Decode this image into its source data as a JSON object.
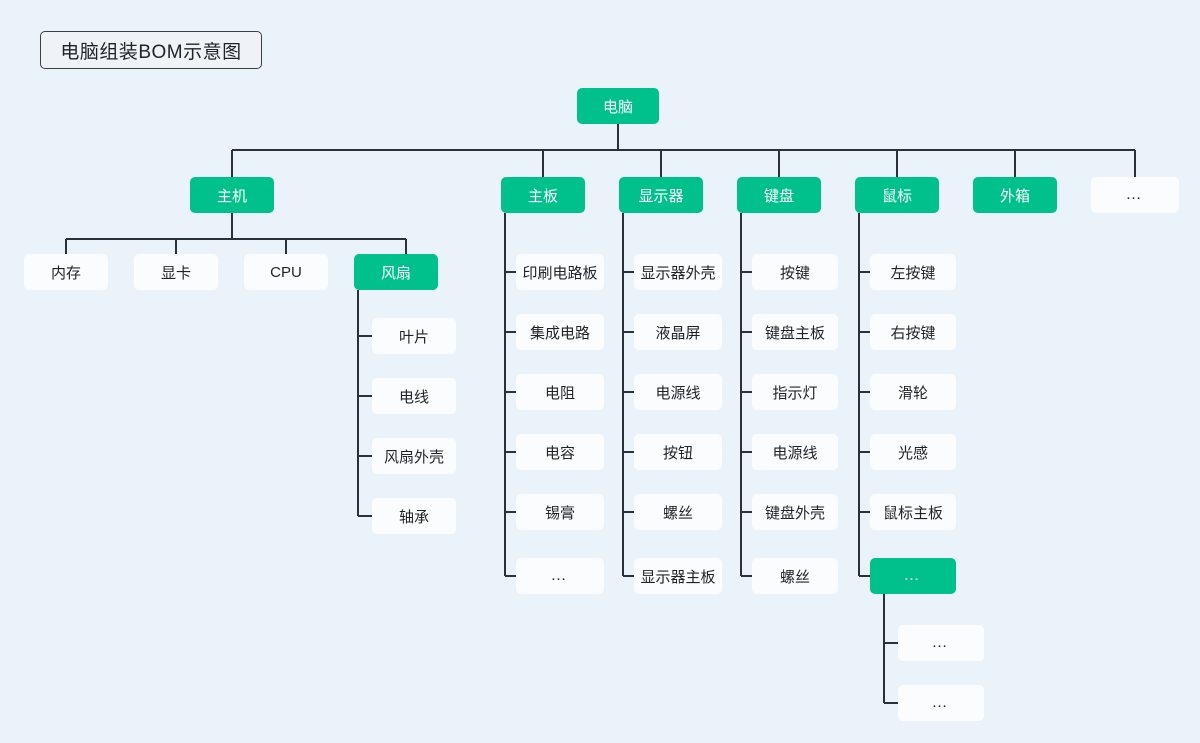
{
  "diagram": {
    "title": "电脑组装BOM示意图",
    "background_color": "#eaf2fa",
    "node_green_color": "#00c08b",
    "node_white_color": "#fbfcfe",
    "link_color": "#2b3137",
    "root": {
      "label": "电脑"
    },
    "level2": [
      {
        "label": "主机"
      },
      {
        "label": "主板"
      },
      {
        "label": "显示器"
      },
      {
        "label": "键盘"
      },
      {
        "label": "鼠标"
      },
      {
        "label": "外箱"
      },
      {
        "label": "…"
      }
    ],
    "hostChildren": [
      {
        "label": "内存"
      },
      {
        "label": "显卡"
      },
      {
        "label": "CPU"
      },
      {
        "label": "风扇"
      }
    ],
    "fanChildren": [
      {
        "label": "叶片"
      },
      {
        "label": "电线"
      },
      {
        "label": "风扇外壳"
      },
      {
        "label": "轴承"
      }
    ],
    "mainboardChildren": [
      {
        "label": "印刷电路板"
      },
      {
        "label": "集成电路"
      },
      {
        "label": "电阻"
      },
      {
        "label": "电容"
      },
      {
        "label": "锡膏"
      },
      {
        "label": "…"
      }
    ],
    "monitorChildren": [
      {
        "label": "显示器外壳"
      },
      {
        "label": "液晶屏"
      },
      {
        "label": "电源线"
      },
      {
        "label": "按钮"
      },
      {
        "label": "螺丝"
      },
      {
        "label": "显示器主板"
      }
    ],
    "keyboardChildren": [
      {
        "label": "按键"
      },
      {
        "label": "键盘主板"
      },
      {
        "label": "指示灯"
      },
      {
        "label": "电源线"
      },
      {
        "label": "键盘外壳"
      },
      {
        "label": "螺丝"
      }
    ],
    "mouseChildren": [
      {
        "label": "左按键"
      },
      {
        "label": "右按键"
      },
      {
        "label": "滑轮"
      },
      {
        "label": "光感"
      },
      {
        "label": "鼠标主板"
      },
      {
        "label": "…"
      }
    ],
    "mouseMoreChildren": [
      {
        "label": "…"
      },
      {
        "label": "…"
      }
    ]
  }
}
